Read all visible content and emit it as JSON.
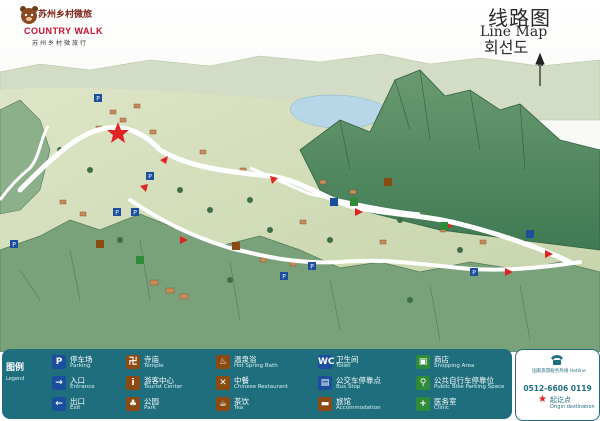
{
  "title": {
    "cn": "线路图",
    "en": "Line Map",
    "kr": "회선도"
  },
  "logo": {
    "cn_text": "苏州乡村微旅",
    "brand": "COUNTRY WALK",
    "tagline": "苏州乡村微旅行"
  },
  "north_label": "N",
  "legend": {
    "heading": "图例",
    "heading_en": "Legend",
    "items": [
      {
        "icon": "parking-icon",
        "symbol": "P",
        "color": "#1c4e9e",
        "cn": "停车场",
        "en": "Parking"
      },
      {
        "icon": "entrance-icon",
        "symbol": "→",
        "color": "#1c4e9e",
        "cn": "入口",
        "en": "Entrance"
      },
      {
        "icon": "exit-icon",
        "symbol": "←",
        "color": "#1c4e9e",
        "cn": "出口",
        "en": "Exit"
      },
      {
        "icon": "temple-icon",
        "symbol": "卍",
        "color": "#8a4a12",
        "cn": "寺庙",
        "en": "Temple"
      },
      {
        "icon": "tourist-center-icon",
        "symbol": "i",
        "color": "#8a4a12",
        "cn": "游客中心",
        "en": "Tourist Center"
      },
      {
        "icon": "park-icon",
        "symbol": "♣",
        "color": "#8a4a12",
        "cn": "公园",
        "en": "Park"
      },
      {
        "icon": "hot-spring-icon",
        "symbol": "♨",
        "color": "#8a4a12",
        "cn": "温泉浴",
        "en": "Hot Spring Bath"
      },
      {
        "icon": "restaurant-icon",
        "symbol": "✕",
        "color": "#8a4a12",
        "cn": "中餐",
        "en": "Chinese Restaurant"
      },
      {
        "icon": "tea-icon",
        "symbol": "☕",
        "color": "#8a4a12",
        "cn": "茶饮",
        "en": "Tea"
      },
      {
        "icon": "toilet-icon",
        "symbol": "WC",
        "color": "#1c4e9e",
        "cn": "卫生间",
        "en": "Toilet"
      },
      {
        "icon": "bus-stop-icon",
        "symbol": "▤",
        "color": "#1c4e9e",
        "cn": "公交车停靠点",
        "en": "Bus Stop"
      },
      {
        "icon": "accommodation-icon",
        "symbol": "▬",
        "color": "#8a4a12",
        "cn": "旅馆",
        "en": "Accommodation"
      },
      {
        "icon": "shop-icon",
        "symbol": "▣",
        "color": "#2f8a3a",
        "cn": "商店",
        "en": "Shopping Area"
      },
      {
        "icon": "bike-icon",
        "symbol": "⚲",
        "color": "#2f8a3a",
        "cn": "公共自行车停靠位",
        "en": "Public Bike Parking Space"
      },
      {
        "icon": "clinic-icon",
        "symbol": "+",
        "color": "#2f8a3a",
        "cn": "医务室",
        "en": "Clinic"
      }
    ]
  },
  "contact": {
    "hotline_text": "国家旅游服务热线 Hotline",
    "phone": "0512-6606 0119",
    "origin_cn": "起讫点",
    "origin_en": "Origin destination"
  },
  "colors": {
    "road": "#ffffff",
    "route_arrow": "#e02424",
    "mountain": "#4f8a5e",
    "plain": "#c9d8b0",
    "water": "#b7d7e8",
    "legend_bg": "#1f6e7e"
  }
}
